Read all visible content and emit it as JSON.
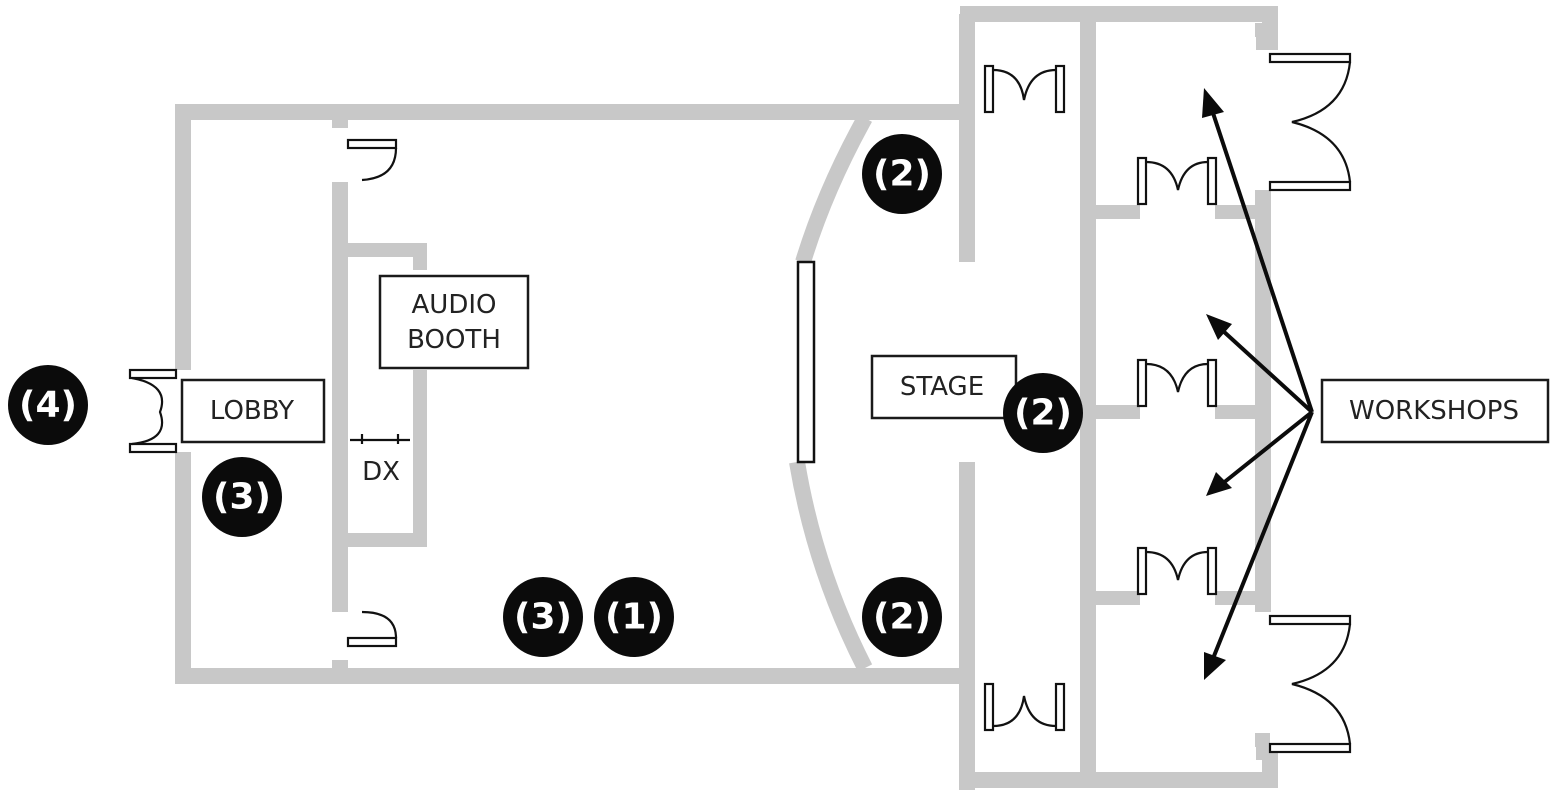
{
  "labels": {
    "lobby": "LOBBY",
    "audio_booth_line1": "AUDIO",
    "audio_booth_line2": "BOOTH",
    "dx": "DX",
    "stage": "STAGE",
    "workshops": "WORKSHOPS"
  },
  "markers": {
    "m4": "(4)",
    "m3_lobby": "(3)",
    "m3_floor": "(3)",
    "m1_floor": "(1)",
    "m2_top": "(2)",
    "m2_stage": "(2)",
    "m2_bottom": "(2)"
  },
  "colors": {
    "wall": "#c8c8c8",
    "ink": "#0b0b0b"
  }
}
